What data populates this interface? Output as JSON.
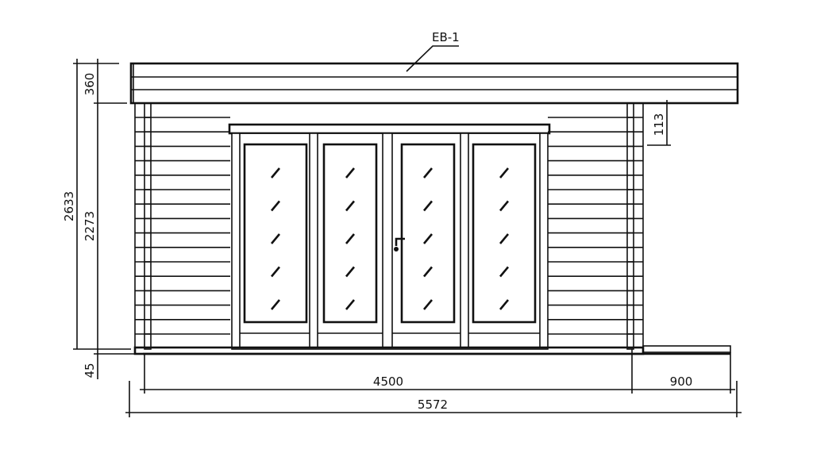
{
  "drawing": {
    "callout_label": "EB-1",
    "dimensions": {
      "roof_height": "360",
      "total_height": "2633",
      "wall_height": "2273",
      "floor_height": "45",
      "header_offset": "113",
      "building_width": "4500",
      "terrace_width": "900",
      "total_width": "5572"
    },
    "door_panels": 4,
    "glass_markers_per_panel": 5,
    "line_color": "#111111"
  }
}
